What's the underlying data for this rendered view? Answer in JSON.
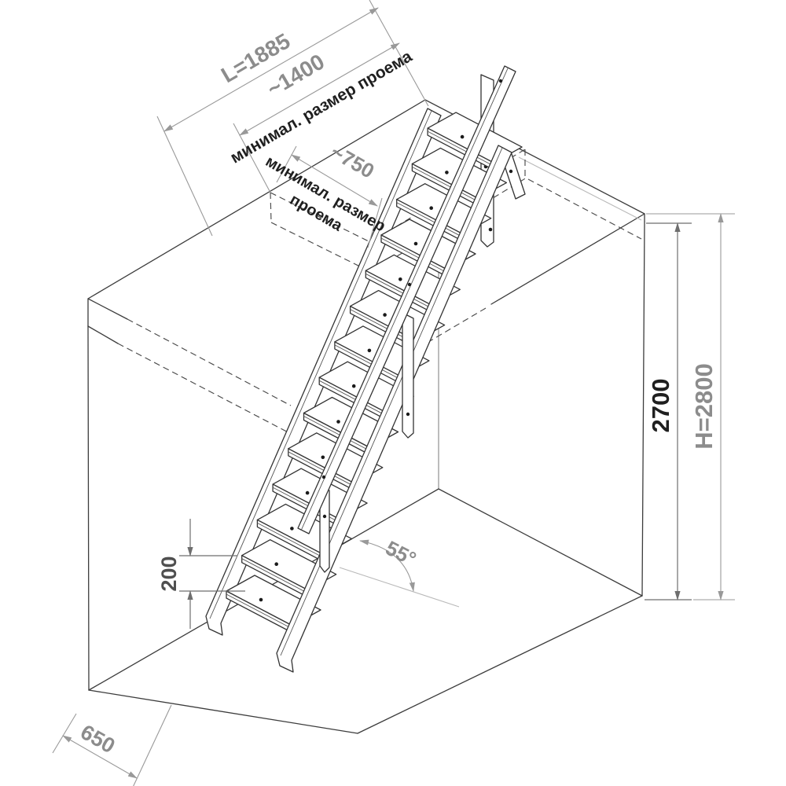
{
  "drawing": {
    "title_hint": "attic-staircase-technical-drawing",
    "labels": {
      "length": "L=1885",
      "opening_length": "~1400",
      "opening_length_note": "минимал. размер проема",
      "opening_width": "~750",
      "opening_width_note_line1": "минимал. размер",
      "opening_width_note_line2": "проема",
      "ceiling_height": "2700",
      "total_height": "H=2800",
      "step_rise": "200",
      "angle": "55°",
      "floor_offset": "650"
    },
    "colors": {
      "dim_gray": "#8c8c8c",
      "dim_dark": "#6e6e6e",
      "text_black": "#1f1f1f",
      "outline": "#3c3c3c"
    },
    "steps_count": 14
  }
}
